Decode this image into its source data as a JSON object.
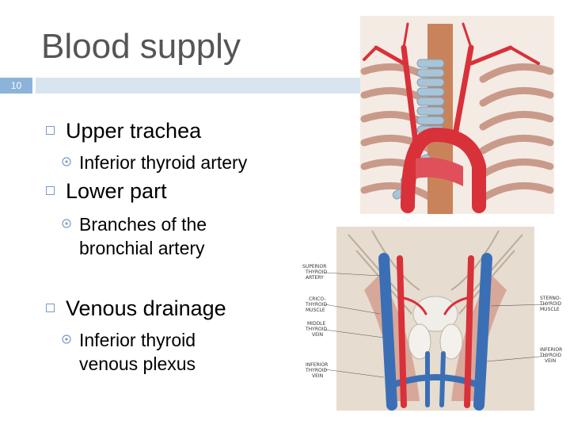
{
  "slide": {
    "title": "Blood supply",
    "number": "10"
  },
  "bullets": [
    {
      "text": "Upper trachea",
      "subs": [
        {
          "lines": [
            "Inferior thyroid artery"
          ]
        }
      ]
    },
    {
      "text": "Lower part",
      "subs": [
        {
          "lines": [
            "Branches of the",
            "bronchial artery"
          ]
        }
      ]
    },
    {
      "text": "Venous drainage",
      "subs": [
        {
          "lines": [
            "Inferior thyroid",
            "venous plexus"
          ]
        }
      ]
    }
  ],
  "figure_labels": {
    "superior_thyroid_artery": [
      "SUPERIOR",
      "THYROID",
      "ARTERY"
    ],
    "cricothyroid_muscle": [
      "CRICO-",
      "THYROID",
      "MUSCLE"
    ],
    "middle_thyroid_vein": [
      "MIDDLE",
      "THYROID",
      "VEIN"
    ],
    "inferior_thyroid_vein_left": [
      "INFERIOR",
      "THYROID",
      "VEIN"
    ],
    "sternothyroid_muscle": [
      "STERNO-",
      "THYROID",
      "MUSCLE"
    ],
    "inferior_thyroid_vein_right": [
      "INFERIOR",
      "THYROID",
      "VEIN"
    ]
  },
  "colors": {
    "accent": "#8cb3d9",
    "band": "#d8e4f0",
    "artery": "#d8313a",
    "vein": "#3b6fb5",
    "trachea": "#a9c4d6"
  }
}
